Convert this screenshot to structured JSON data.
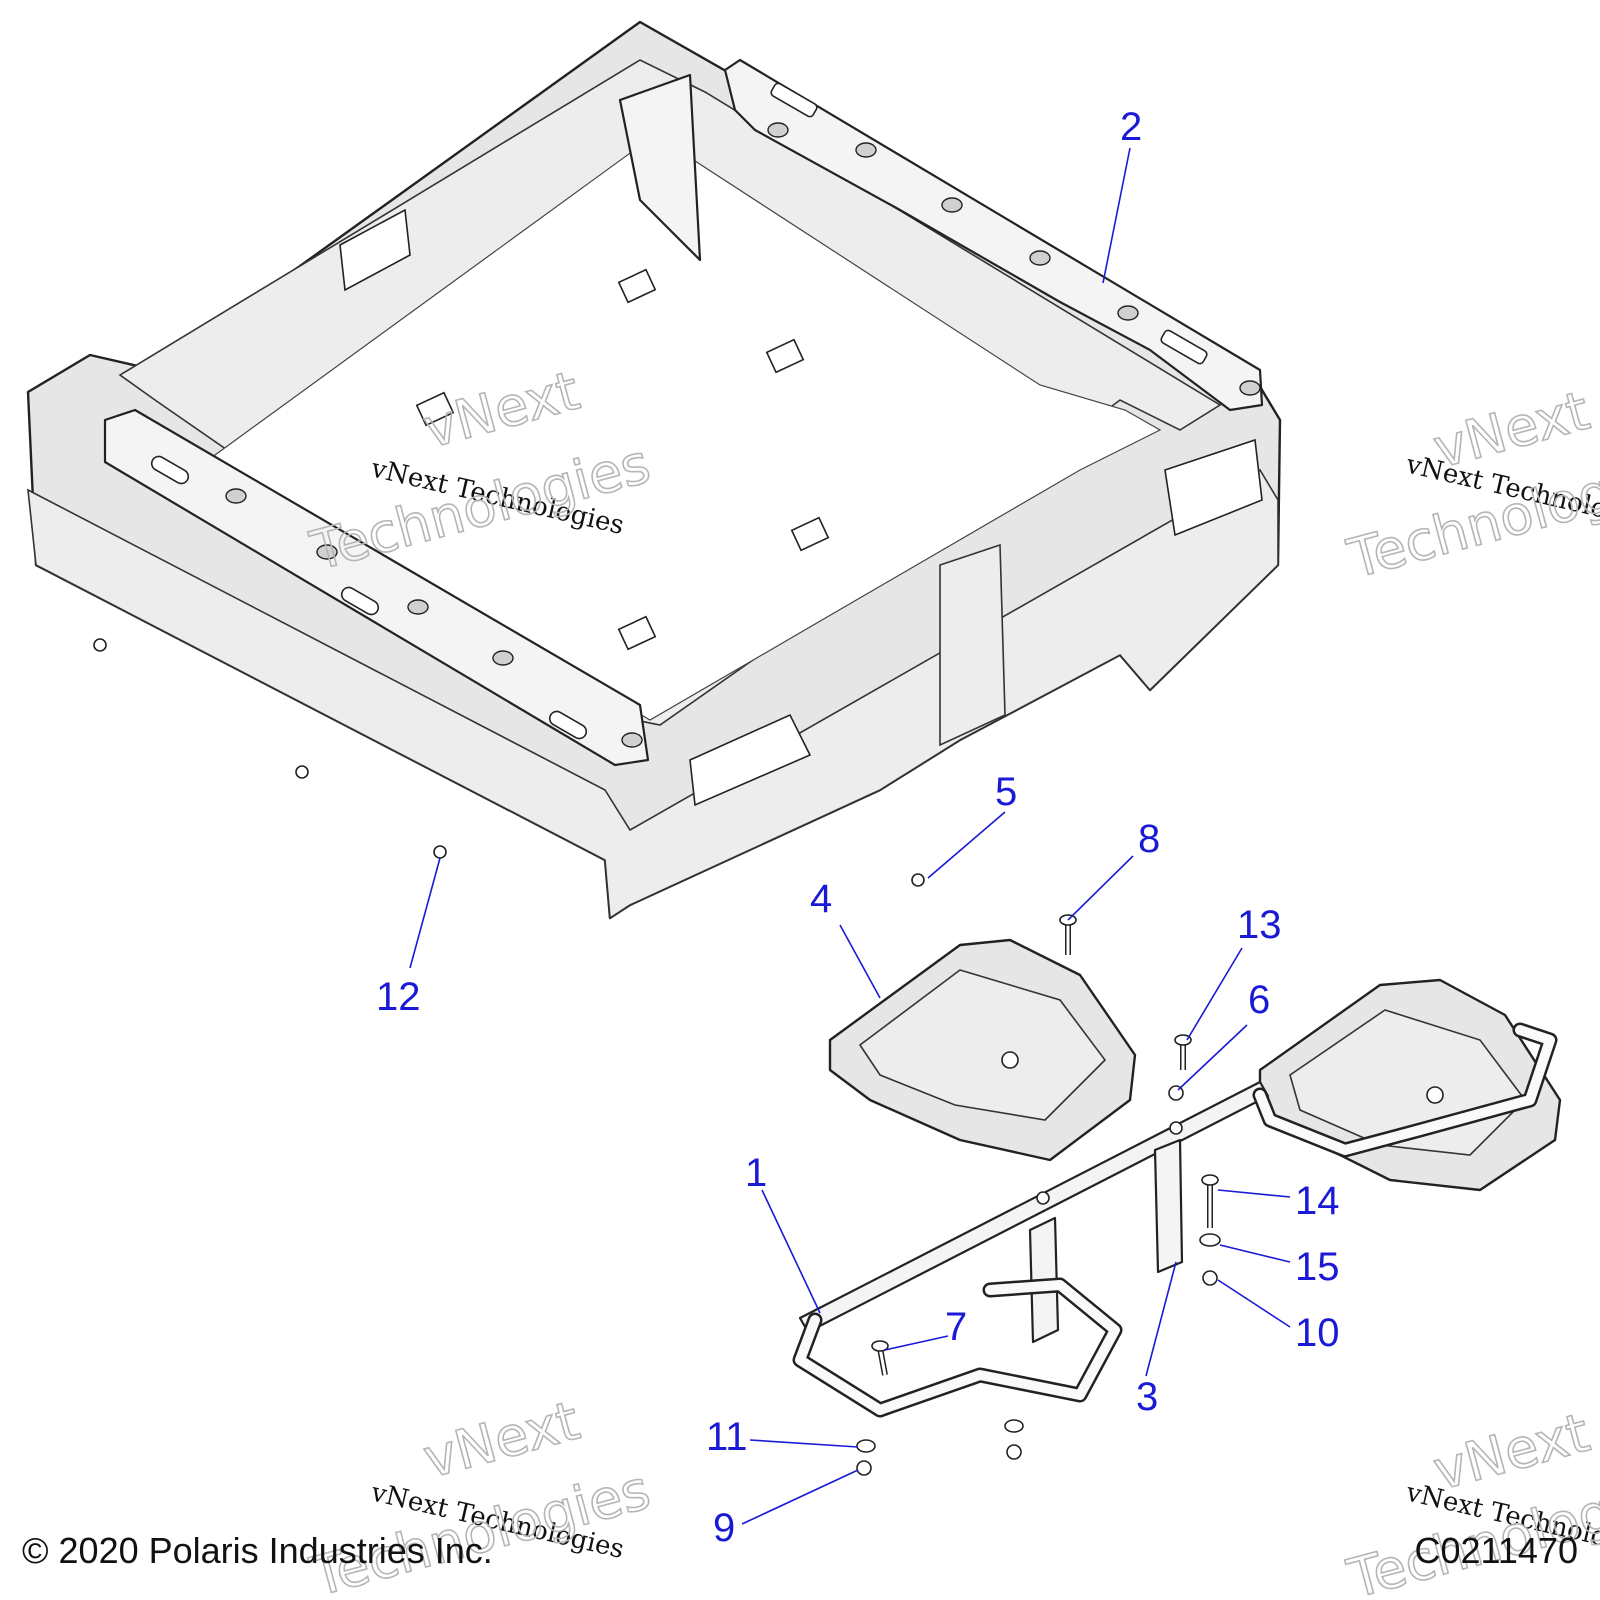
{
  "callouts": [
    {
      "num": "1"
    },
    {
      "num": "2"
    },
    {
      "num": "3"
    },
    {
      "num": "4"
    },
    {
      "num": "5"
    },
    {
      "num": "6"
    },
    {
      "num": "7"
    },
    {
      "num": "8"
    },
    {
      "num": "9"
    },
    {
      "num": "10"
    },
    {
      "num": "11"
    },
    {
      "num": "12"
    },
    {
      "num": "13"
    },
    {
      "num": "14"
    },
    {
      "num": "15"
    }
  ],
  "watermark": {
    "line1": "vNext Technologies",
    "line2": "vNext",
    "line3": "Technologies"
  },
  "footer": {
    "copyright": "© 2020 Polaris Industries Inc.",
    "figure_id": "C0211470"
  }
}
